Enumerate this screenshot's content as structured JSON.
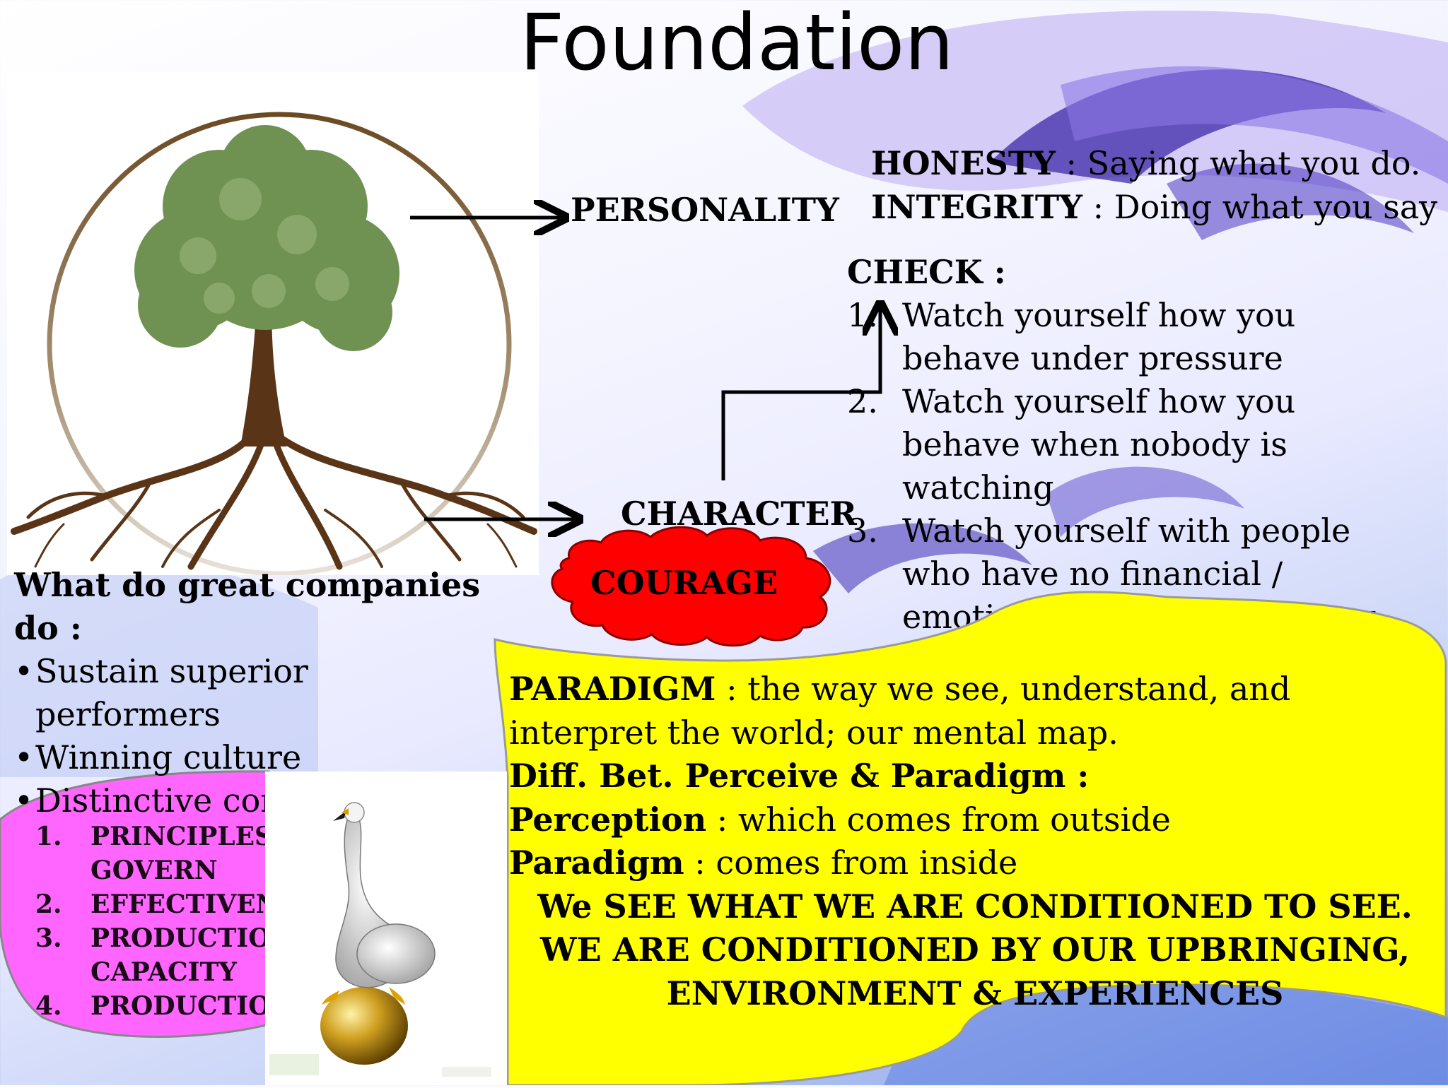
{
  "title": "Foundation",
  "tree": {
    "personality_label": "PERSONALITY",
    "character_label": "CHARACTER",
    "courage_label": "COURAGE"
  },
  "definitions": {
    "honesty_term": "HONESTY",
    "honesty_text": " : Saying what you do.",
    "integrity_term": "INTEGRITY",
    "integrity_text": " : Doing what you say"
  },
  "check": {
    "title": "CHECK :",
    "items": [
      {
        "num": "1.",
        "text": "Watch yourself how you behave under pressure"
      },
      {
        "num": "2.",
        "text": "Watch yourself how you behave when nobody is watching"
      },
      {
        "num": "3.",
        "text": "Watch yourself with people who have no financial / emotional influence with you"
      }
    ]
  },
  "companies": {
    "heading": "What do great companies do :",
    "bullets": [
      "Sustain superior performers",
      "Winning culture",
      "Distinctive contribution."
    ]
  },
  "principles": {
    "items": [
      {
        "num": "1.",
        "text": "PRINCIPLES GOVERN"
      },
      {
        "num": "2.",
        "text": "EFFECTIVENE"
      },
      {
        "num": "3.",
        "text": "PRODUCTION CAPACITY"
      },
      {
        "num": "4.",
        "text": "PRODUCTION"
      }
    ]
  },
  "paradigm": {
    "term": "PARADIGM",
    "definition": " : the way we see, understand, and interpret the world; our mental map.",
    "diff_heading": "Diff. Bet. Perceive & Paradigm :",
    "perception_term": "Perception",
    "perception_text": " : which comes from outside",
    "paradigm_term": "Paradigm",
    "paradigm_text": " : comes from inside",
    "statement": "We SEE WHAT WE ARE CONDITIONED TO SEE. WE ARE CONDITIONED BY OUR UPBRINGING, ENVIRONMENT & EXPERIENCES"
  },
  "colors": {
    "courage_cloud": "#ff0000",
    "paradigm_blob": "#ffff00",
    "principles_blob": "#ff66ff",
    "swirl": "#6a4fd6"
  }
}
